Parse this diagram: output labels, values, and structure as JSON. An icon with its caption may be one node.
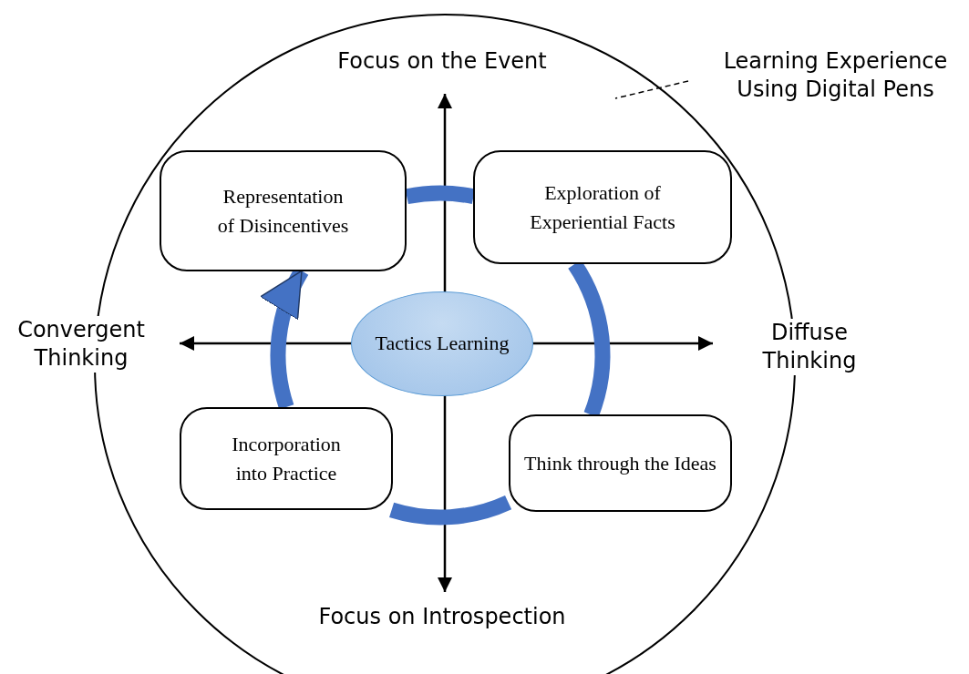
{
  "diagram": {
    "nodes": [
      {
        "text": [
          "Learning Experience Using Digital Pens"
        ]
      },
      {
        "text": [],
        "shape": "circle"
      },
      {
        "text": [
          "Representation of Disincentives"
        ],
        "in": 1
      },
      {
        "text": [
          "Exploration of Experiential Facts"
        ],
        "in": 1
      },
      {
        "text": [
          "Think through the Ideas"
        ],
        "in": 1
      },
      {
        "text": [
          "Incorporation into Practice"
        ],
        "in": 1
      },
      {
        "text": [
          "Tactics Learning"
        ],
        "in": 1
      }
    ],
    "edges": [
      {
        "from": 0,
        "to": 1,
        "arrow": "none",
        "style": "dashed",
        "color": "#000000"
      },
      {
        "from": 2,
        "to": 3,
        "arrow": "none"
      },
      {
        "from": 3,
        "to": 4,
        "arrow": "none"
      },
      {
        "from": 4,
        "to": 5,
        "arrow": "none"
      },
      {
        "from": 5,
        "to": 2,
        "arrow": "to"
      }
    ],
    "labels": [
      "Focus on the Event",
      "Convergent Thinking",
      "Diffuse Thinking",
      "Focus on Introspection"
    ]
  }
}
